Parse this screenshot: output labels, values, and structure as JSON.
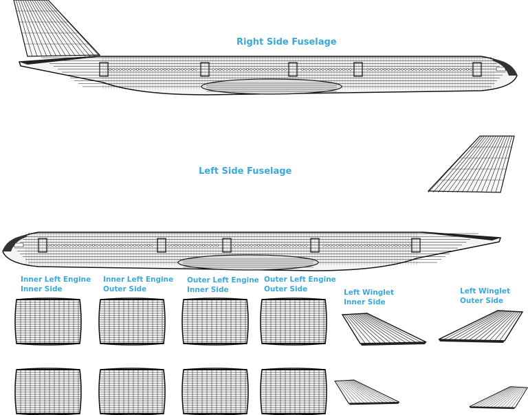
{
  "colors": {
    "accent": "#3aa8d8",
    "wire": "#111111",
    "top_strip": "#c9b23c"
  },
  "fuselage": {
    "right_label": "Right Side Fuselage",
    "left_label": "Left Side Fuselage"
  },
  "engines": [
    {
      "line1": "Inner Left Engine",
      "line2": "Inner Side"
    },
    {
      "line1": "Inner Left Engine",
      "line2": "Outer Side"
    },
    {
      "line1": "Outer Left Engine",
      "line2": "Inner Side"
    },
    {
      "line1": "Outer Left Engine",
      "line2": "Outer Side"
    }
  ],
  "winglets": [
    {
      "line1": "Left Winglet",
      "line2": "Inner Side"
    },
    {
      "line1": "Left Winglet",
      "line2": "Outer Side"
    }
  ]
}
